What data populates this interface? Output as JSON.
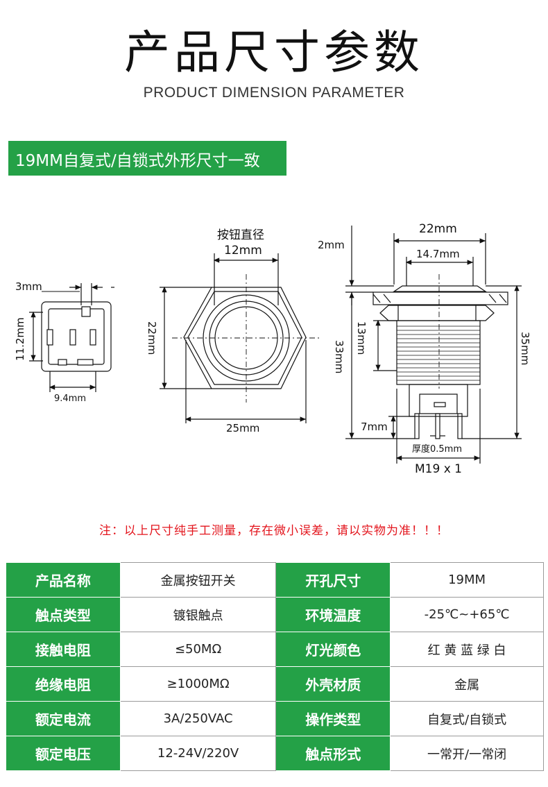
{
  "header": {
    "title_cn": "产品尺寸参数",
    "title_en": "PRODUCT DIMENSION PARAMETER"
  },
  "banner": {
    "text": "19MM自复式/自锁式外形尺寸一致"
  },
  "drawing": {
    "left": {
      "top_width": "3mm",
      "height": "11.2mm",
      "bottom_width": "9.4mm"
    },
    "middle": {
      "label_top": "按钮直径",
      "button_diameter": "12mm",
      "height": "22mm",
      "width": "25mm"
    },
    "right": {
      "top_width": "22mm",
      "inner_width": "14.7mm",
      "flange": "2mm",
      "thread_len": "13mm",
      "body_len": "33mm",
      "total_len": "35mm",
      "pin_len": "7mm",
      "pin_thickness": "厚度0.5mm",
      "thread": "M19 x 1"
    }
  },
  "note": "注：以上尺寸纯手工测量，存在微小误差，请以实物为准！！！",
  "spec_rows": [
    {
      "k1": "产品名称",
      "v1": "金属按钮开关",
      "k2": "开孔尺寸",
      "v2": "19MM"
    },
    {
      "k1": "触点类型",
      "v1": "镀银触点",
      "k2": "环境温度",
      "v2": "-25℃~+65℃"
    },
    {
      "k1": "接触电阻",
      "v1": "≤50MΩ",
      "k2": "灯光颜色",
      "v2": "红 黄 蓝 绿 白"
    },
    {
      "k1": "绝缘电阻",
      "v1": "≥1000MΩ",
      "k2": "外壳材质",
      "v2": "金属"
    },
    {
      "k1": "额定电流",
      "v1": "3A/250VAC",
      "k2": "操作类型",
      "v2": "自复式/自锁式"
    },
    {
      "k1": "额定电压",
      "v1": "12-24V/220V",
      "k2": "触点形式",
      "v2": "一常开/一常闭"
    }
  ],
  "colors": {
    "accent_green": "#24a147",
    "note_red": "#e3141c"
  }
}
